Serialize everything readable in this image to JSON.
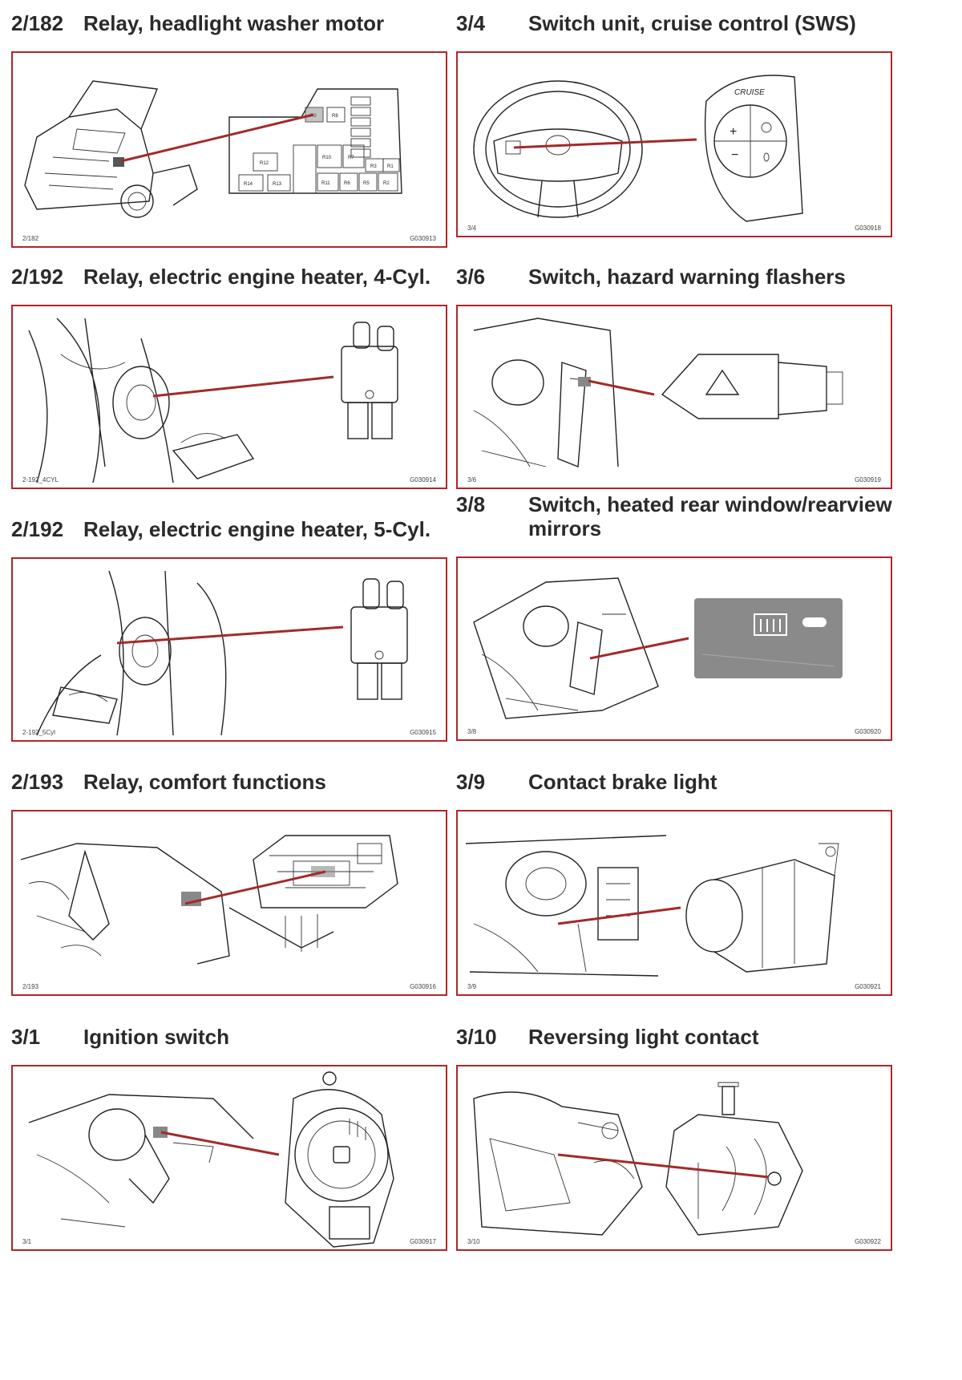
{
  "entries": [
    {
      "code": "2/182",
      "title": "Relay, headlight washer motor",
      "cap_left": "2/182",
      "cap_right": "G030913"
    },
    {
      "code": "2/192",
      "title": "Relay, electric engine heater, 4-Cyl.",
      "cap_left": "2-192_4CYL",
      "cap_right": "G030914"
    },
    {
      "code": "2/192",
      "title": "Relay, electric engine heater, 5-Cyl.",
      "cap_left": "2-192_5Cyl",
      "cap_right": "G030915"
    },
    {
      "code": "2/193",
      "title": "Relay, comfort functions",
      "cap_left": "2/193",
      "cap_right": "G030916"
    },
    {
      "code": "3/1",
      "title": "Ignition switch",
      "cap_left": "3/1",
      "cap_right": "G030917"
    },
    {
      "code": "3/4",
      "title": "Switch unit, cruise control (SWS)",
      "cap_left": "3/4",
      "cap_right": "G030918"
    },
    {
      "code": "3/6",
      "title": "Switch, hazard warning flashers",
      "cap_left": "3/6",
      "cap_right": "G030919"
    },
    {
      "code": "3/8",
      "title": "Switch, heated rear window/rearview mirrors",
      "cap_left": "3/8",
      "cap_right": "G030920"
    },
    {
      "code": "3/9",
      "title": "Contact brake light",
      "cap_left": "3/9",
      "cap_right": "G030921"
    },
    {
      "code": "3/10",
      "title": "Reversing light contact",
      "cap_left": "3/10",
      "cap_right": "G030922"
    }
  ],
  "fuse_box_labels": [
    "R9",
    "R8",
    "R12",
    "R10",
    "R7",
    "R3",
    "R1",
    "R14",
    "R13",
    "R11",
    "R6",
    "R5",
    "R2"
  ],
  "cruise_label": "CRUISE",
  "colors": {
    "frame": "#b0262a",
    "leader": "#a32a2a"
  }
}
